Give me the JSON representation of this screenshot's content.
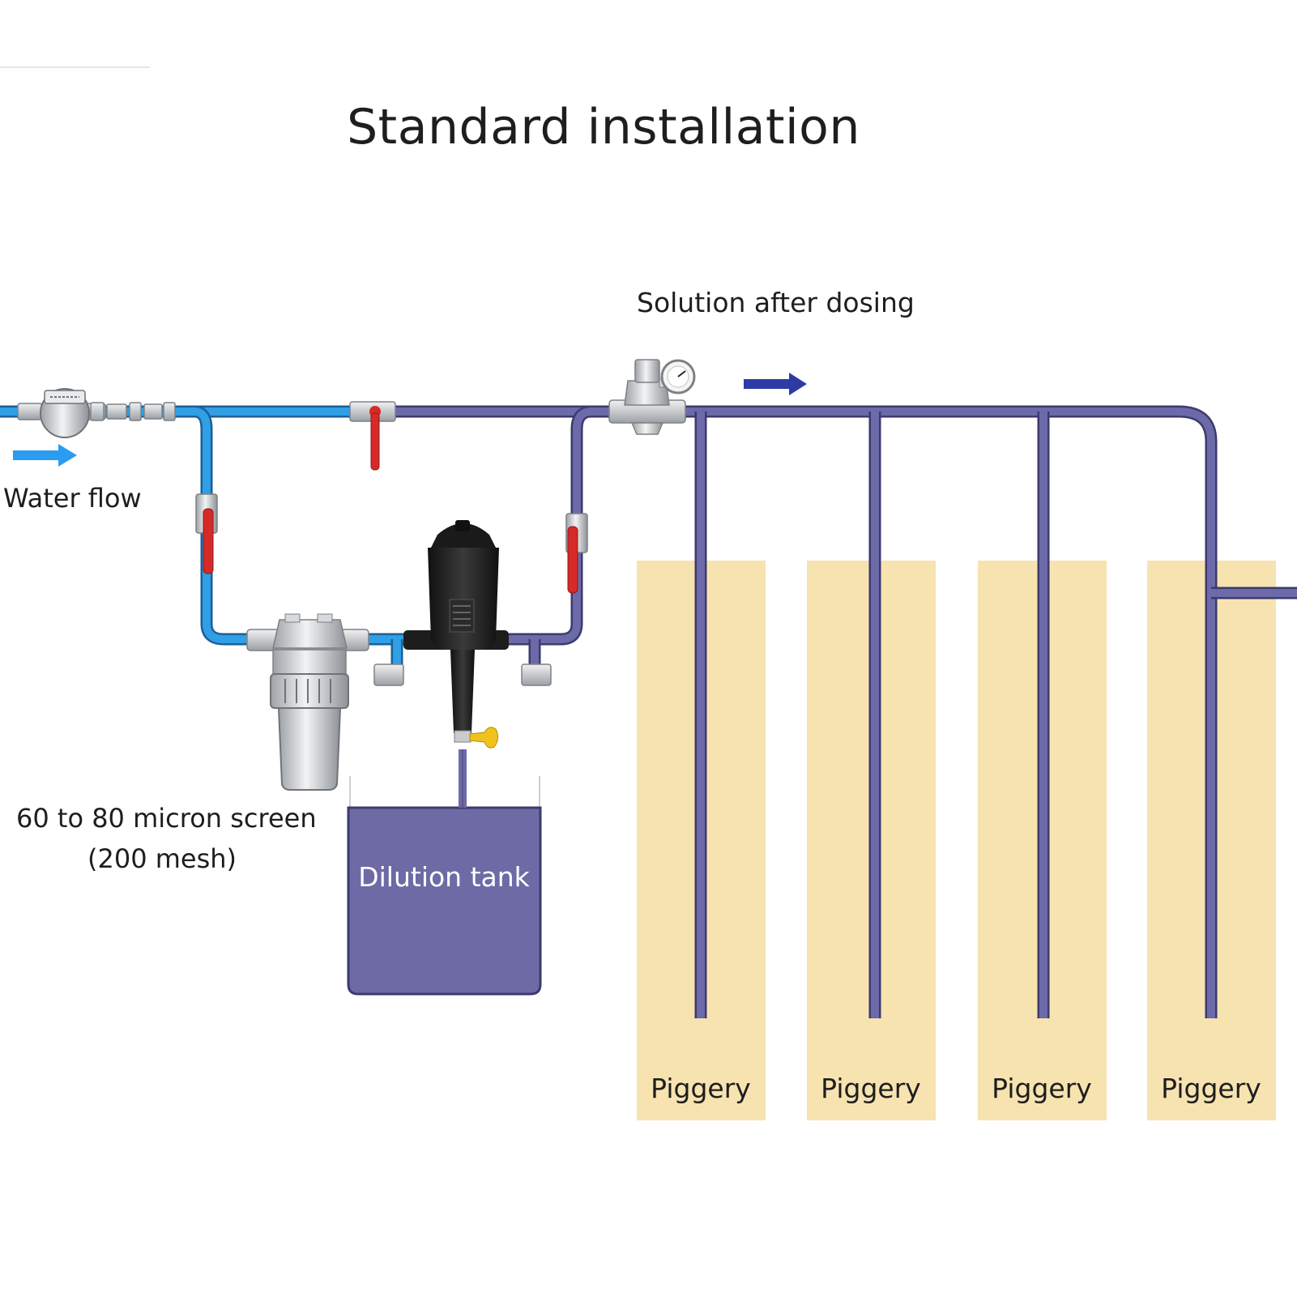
{
  "title": "Standard installation",
  "labels": {
    "solution_after_dosing": "Solution after dosing",
    "water_flow": "Water flow",
    "screen_line1": "60 to 80 micron screen",
    "screen_line2": "(200 mesh)",
    "dilution_tank": "Dilution tank"
  },
  "piggeries": [
    "Piggery",
    "Piggery",
    "Piggery",
    "Piggery"
  ],
  "colors": {
    "water_pipe": "#2f9fe6",
    "solution_pipe": "#6c6aa9",
    "flow_arrow_water": "#2a9df0",
    "flow_arrow_solution": "#2e3ba6",
    "tank_fill": "#6e6aa6",
    "piggery_fill": "#f7e3b0",
    "valve_handle": "#d62a28",
    "key_handle": "#f1c21b",
    "metal": "#c9cbce",
    "dosing_pump": "#1f1f1f"
  },
  "icons": [
    "water-meter-icon",
    "ball-valve-icon",
    "screen-filter-icon",
    "dosing-pump-icon",
    "pressure-reducer-icon",
    "pressure-gauge-icon",
    "flow-arrow-icon"
  ]
}
